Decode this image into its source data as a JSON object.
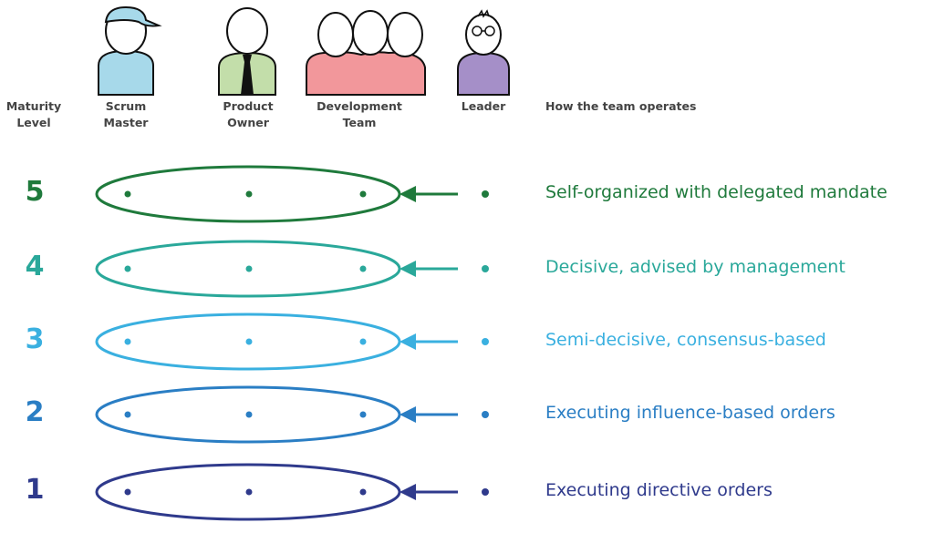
{
  "headers": {
    "maturity": "Maturity\nLevel",
    "scrum_master": "Scrum\nMaster",
    "product_owner": "Product\nOwner",
    "dev_team": "Development\nTeam",
    "leader": "Leader",
    "how": "How the team operates"
  },
  "levels": [
    {
      "number": "5",
      "text": "Self-organized with delegated mandate",
      "color": "#1f7a3c"
    },
    {
      "number": "4",
      "text": "Decisive, advised by management",
      "color": "#2aa89a"
    },
    {
      "number": "3",
      "text": "Semi-decisive, consensus-based",
      "color": "#3ab0e0"
    },
    {
      "number": "2",
      "text": "Executing influence-based orders",
      "color": "#2a7ec4"
    },
    {
      "number": "1",
      "text": "Executing directive orders",
      "color": "#2f3a8c"
    }
  ],
  "figure_colors": {
    "scrum_master": "#a7d9ea",
    "product_owner": "#c3deaa",
    "dev_team": "#f2979b",
    "leader": "#a58fc8"
  }
}
